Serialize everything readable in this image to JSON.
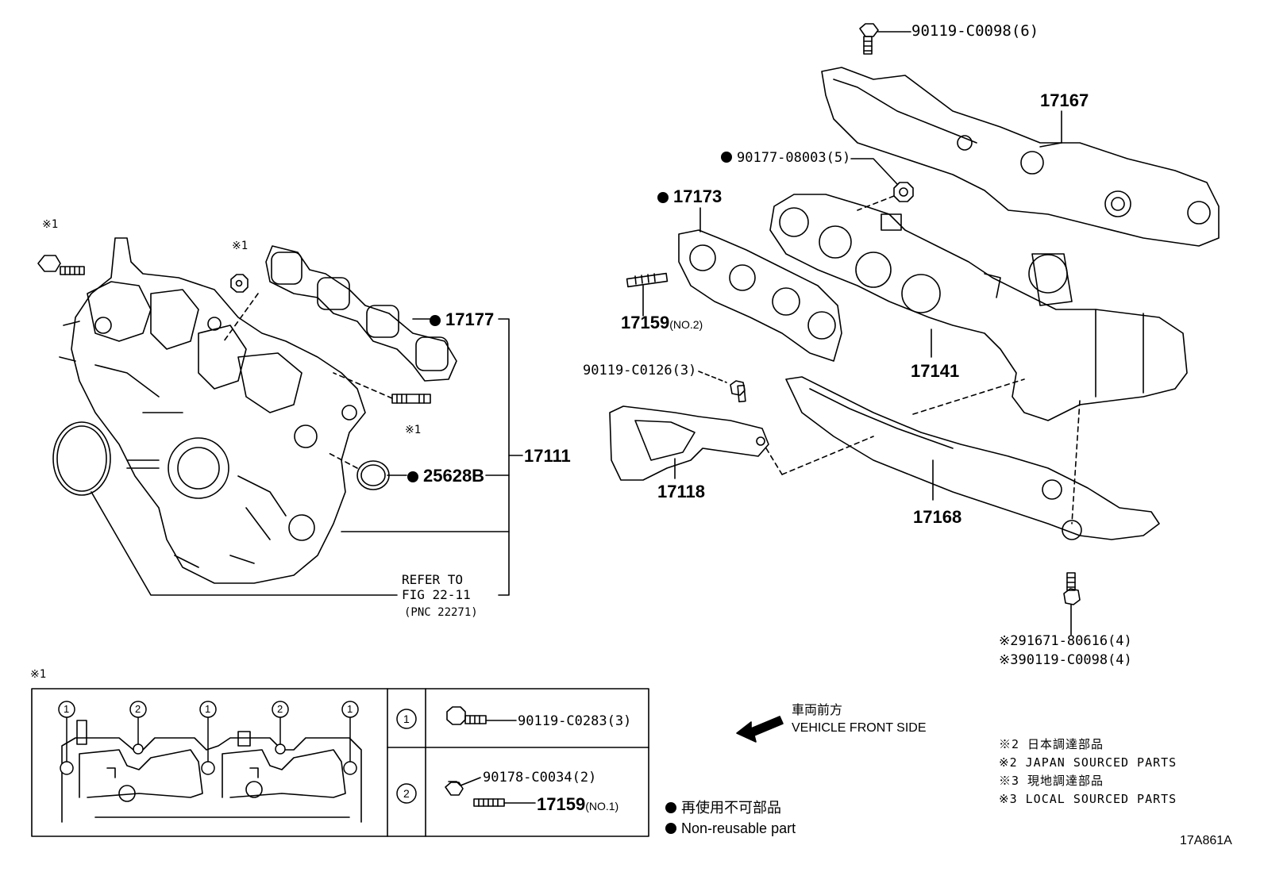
{
  "parts": {
    "p90119_C0098_6": "90119-C0098(6)",
    "p17167": "17167",
    "p90177_08003_5": "90177-08003(5)",
    "p17173": "17173",
    "p17159_no2_num": "17159",
    "p17159_no2_suffix": "(NO.2)",
    "p17141": "17141",
    "p90119_C0126_3": "90119-C0126(3)",
    "p17118": "17118",
    "p17168": "17168",
    "p91671_80616_4": "※291671-80616(4)",
    "p90119_C0098_4": "※390119-C0098(4)",
    "p17177": "17177",
    "p17111": "17111",
    "p25628B": "25628B",
    "note1_a": "※1",
    "note1_b": "※1",
    "note1_c": "※1",
    "refer_line1": "REFER TO",
    "refer_line2": "FIG 22-11",
    "refer_line3": "(PNC 22271)"
  },
  "detail": {
    "marker": "※1",
    "row1_circle": "1",
    "row2_circle": "2",
    "row1_part": "90119-C0283(3)",
    "row2_part_a": "90178-C0034(2)",
    "row2_part_b_num": "17159",
    "row2_part_b_suffix": "(NO.1)",
    "gasket_markers": [
      "1",
      "2",
      "1",
      "2",
      "1"
    ]
  },
  "legend": {
    "front_jp": "車両前方",
    "front_en": "VEHICLE FRONT SIDE",
    "nonreuse_jp": "再使用不可部品",
    "nonreuse_en": "Non-reusable part",
    "sourced_1": "※2 日本調達部品",
    "sourced_2": "※2 JAPAN SOURCED PARTS",
    "sourced_3": "※3 現地調達部品",
    "sourced_4": "※3 LOCAL SOURCED PARTS"
  },
  "figure_id": "17A861A"
}
